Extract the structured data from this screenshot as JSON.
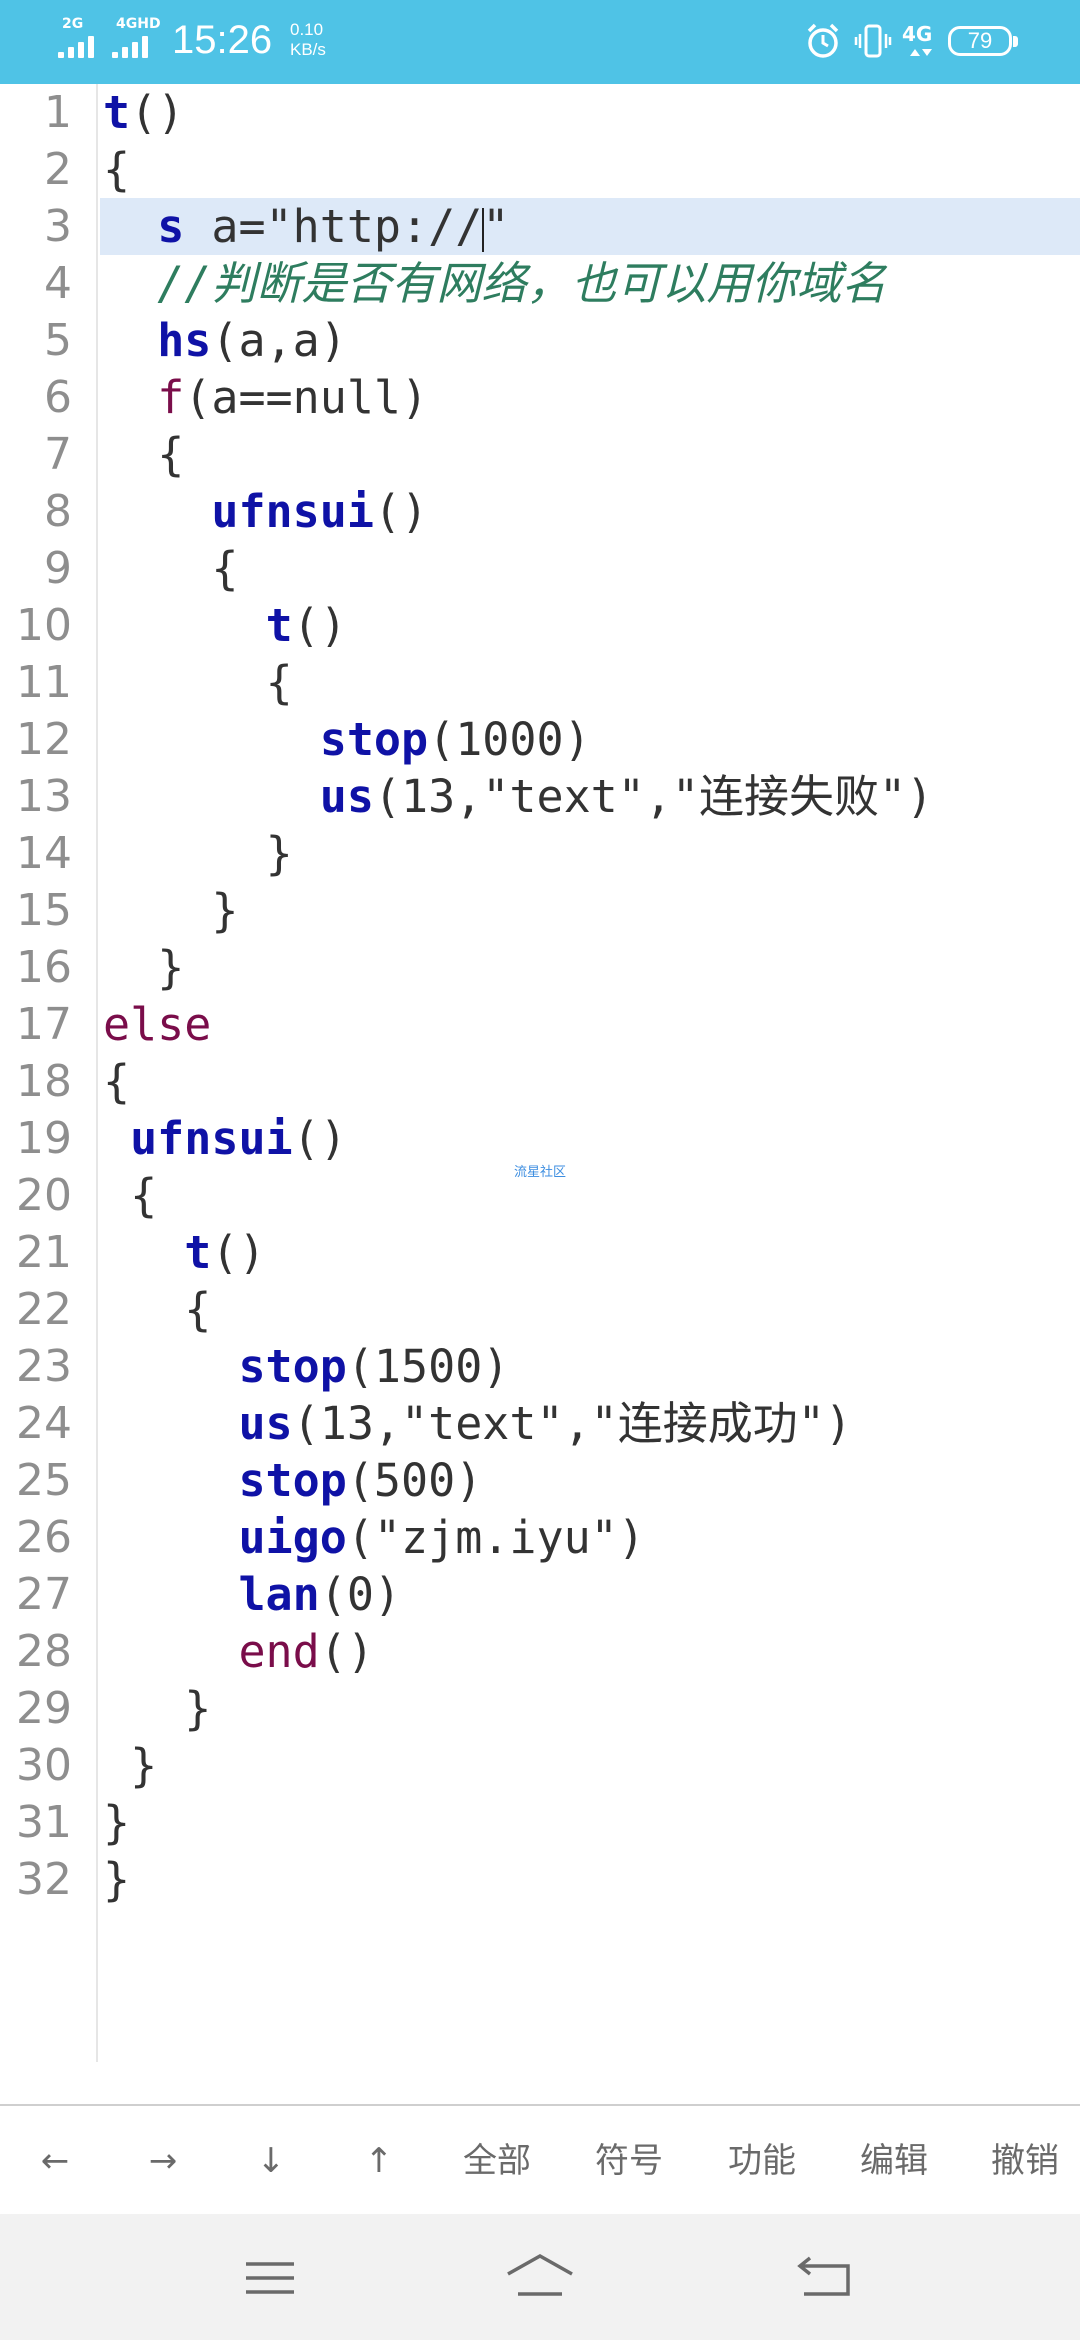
{
  "status_bar": {
    "signal1_label": "2G",
    "signal2_label": "4GHD",
    "time": "15:26",
    "net_speed_value": "0.10",
    "net_speed_unit": "KB/s",
    "network_label": "4G",
    "battery": "79",
    "icons": [
      "alarm-icon",
      "vibrate-icon",
      "network-4g-icon",
      "battery-icon"
    ]
  },
  "editor": {
    "active_line": 3,
    "lines": [
      {
        "n": "1"
      },
      {
        "n": "2"
      },
      {
        "n": "3"
      },
      {
        "n": "4"
      },
      {
        "n": "5"
      },
      {
        "n": "6"
      },
      {
        "n": "7"
      },
      {
        "n": "8"
      },
      {
        "n": "9"
      },
      {
        "n": "10"
      },
      {
        "n": "11"
      },
      {
        "n": "12"
      },
      {
        "n": "13"
      },
      {
        "n": "14"
      },
      {
        "n": "15"
      },
      {
        "n": "16"
      },
      {
        "n": "17"
      },
      {
        "n": "18"
      },
      {
        "n": "19"
      },
      {
        "n": "20"
      },
      {
        "n": "21"
      },
      {
        "n": "22"
      },
      {
        "n": "23"
      },
      {
        "n": "24"
      },
      {
        "n": "25"
      },
      {
        "n": "26"
      },
      {
        "n": "27"
      },
      {
        "n": "28"
      },
      {
        "n": "29"
      },
      {
        "n": "30"
      },
      {
        "n": "31"
      },
      {
        "n": "32"
      }
    ],
    "code": {
      "l1_kw": "t",
      "l1_rest": "()",
      "l2": "{",
      "l3_kw": "s",
      "l3_a": " a=\"http://",
      "l3_b": "\"",
      "l4_comment": "//判断是否有网络，也可以用你域名",
      "l5_kw": "hs",
      "l5_rest": "(a,a)",
      "l6_kw": "f",
      "l6_rest": "(a==null)",
      "l7": "{",
      "l8_kw": "ufnsui",
      "l8_rest": "()",
      "l9": "{",
      "l10_kw": "t",
      "l10_rest": "()",
      "l11": "{",
      "l12_kw": "stop",
      "l12_rest": "(1000)",
      "l13_kw": "us",
      "l13_rest": "(13,\"text\",\"连接失败\")",
      "l14": "}",
      "l15": "}",
      "l16": "}",
      "l17_kw": "else",
      "l18": "{",
      "l19_kw": "ufnsui",
      "l19_rest": "()",
      "l20": "{",
      "l21_kw": "t",
      "l21_rest": "()",
      "l22": "{",
      "l23_kw": "stop",
      "l23_rest": "(1500)",
      "l24_kw": "us",
      "l24_rest": "(13,\"text\",\"连接成功\")",
      "l25_kw": "stop",
      "l25_rest": "(500)",
      "l26_kw": "uigo",
      "l26_rest": "(\"zjm.iyu\")",
      "l27_kw": "lan",
      "l27_rest": "(0)",
      "l28_kw": "end",
      "l28_rest": "()",
      "l29": "}",
      "l30": "}",
      "l31": "}",
      "l32": "}"
    },
    "watermark": "流星社区",
    "colors": {
      "keyword": "#0f12a6",
      "control": "#7a0d4a",
      "comment": "#2e7d5f",
      "active_line_bg": "#dde9f8"
    }
  },
  "toolbar": {
    "left": "←",
    "right": "→",
    "down": "↓",
    "up": "↑",
    "all": "全部",
    "symbols": "符号",
    "functions": "功能",
    "edit": "编辑",
    "undo": "撤销"
  },
  "nav_bar": {
    "icons": [
      "menu-icon",
      "home-icon",
      "back-icon"
    ]
  }
}
